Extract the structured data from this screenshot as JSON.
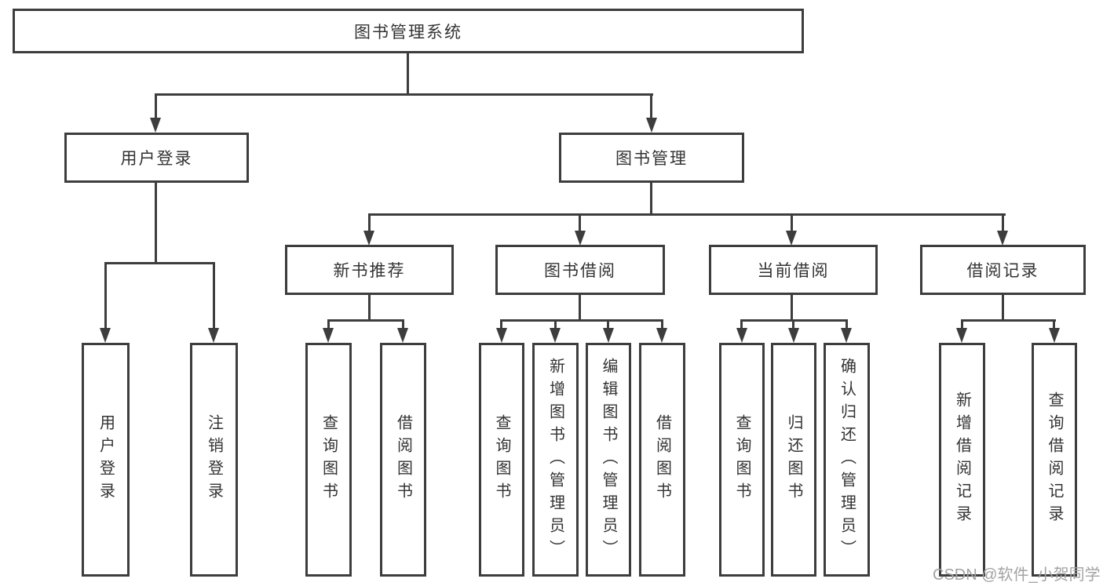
{
  "tree": {
    "root": {
      "label": "图书管理系统"
    },
    "l2": [
      {
        "label": "用户登录",
        "leaves": [
          {
            "label": "用户登录"
          },
          {
            "label": "注销登录"
          }
        ]
      },
      {
        "label": "图书管理",
        "l3": [
          {
            "label": "新书推荐",
            "leaves": [
              {
                "label": "查询图书"
              },
              {
                "label": "借阅图书"
              }
            ]
          },
          {
            "label": "图书借阅",
            "leaves": [
              {
                "label": "查询图书"
              },
              {
                "label": "新增图书（管理员）"
              },
              {
                "label": "编辑图书（管理员）"
              },
              {
                "label": "借阅图书"
              }
            ]
          },
          {
            "label": "当前借阅",
            "leaves": [
              {
                "label": "查询图书"
              },
              {
                "label": "归还图书"
              },
              {
                "label": "确认归还（管理员）"
              }
            ]
          },
          {
            "label": "借阅记录",
            "leaves": [
              {
                "label": "新增借阅记录"
              },
              {
                "label": "查询借阅记录"
              }
            ]
          }
        ]
      }
    ]
  },
  "watermark": {
    "text": "CSDN @软件_小贺同学"
  },
  "colors": {
    "line": "#3d3d3d",
    "text": "#333333",
    "watermark": "#a3a3a3",
    "background": "#ffffff"
  }
}
